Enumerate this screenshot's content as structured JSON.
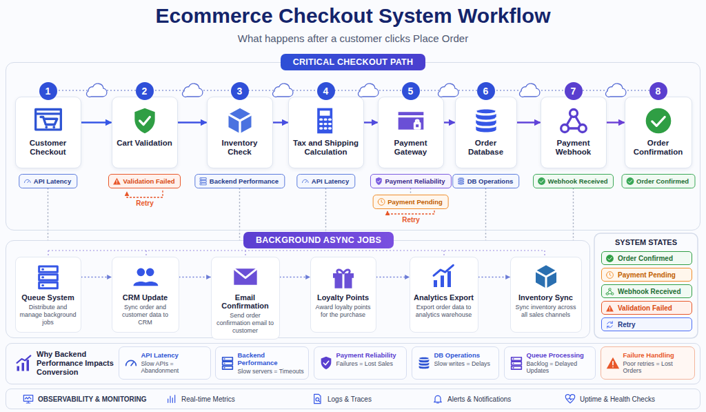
{
  "diagram": {
    "title": "Ecommerce Checkout System Workflow",
    "caption": "What happens after a customer clicks Place Order",
    "nodes": [
      {
        "text": [
          "CRITICAL CHECKOUT PATH"
        ]
      },
      {
        "text": [
          "1",
          "Customer Checkout"
        ],
        "in": 0
      },
      {
        "text": [
          "2",
          "Cart Validation"
        ],
        "in": 0
      },
      {
        "text": [
          "3",
          "Inventory Check"
        ],
        "in": 0
      },
      {
        "text": [
          "4",
          "Tax and Shipping Calculation"
        ],
        "in": 0
      },
      {
        "text": [
          "5",
          "Payment Gateway"
        ],
        "in": 0
      },
      {
        "text": [
          "6",
          "Order Database"
        ],
        "in": 0
      },
      {
        "text": [
          "7",
          "Payment Webhook"
        ],
        "in": 0
      },
      {
        "text": [
          "8",
          "Order Confirmation"
        ],
        "in": 0
      },
      {
        "text": [
          "API Latency"
        ],
        "in": 0
      },
      {
        "text": [
          "Validation Failed"
        ],
        "in": 0
      },
      {
        "text": [
          "Backend Performance"
        ],
        "in": 0
      },
      {
        "text": [
          "API Latency"
        ],
        "in": 0
      },
      {
        "text": [
          "Payment Reliability"
        ],
        "in": 0
      },
      {
        "text": [
          "DB Operations"
        ],
        "in": 0
      },
      {
        "text": [
          "Webhook Received"
        ],
        "in": 0
      },
      {
        "text": [
          "Order Confirmed"
        ],
        "in": 0
      },
      {
        "text": [
          "Payment Pending"
        ],
        "in": 0
      },
      {
        "text": [
          "BACKGROUND ASYNC JOBS"
        ]
      },
      {
        "text": [
          "Queue System",
          "Distribute and manage background jobs"
        ],
        "in": 18
      },
      {
        "text": [
          "CRM Update",
          "Sync order and customer data to CRM"
        ],
        "in": 18
      },
      {
        "text": [
          "Email Confirmation",
          "Send order confirmation email to customer"
        ],
        "in": 18
      },
      {
        "text": [
          "Loyalty Points",
          "Award loyalty points for the purchase"
        ],
        "in": 18
      },
      {
        "text": [
          "Analytics Export",
          "Export order data to analytics warehouse"
        ],
        "in": 18
      },
      {
        "text": [
          "Inventory Sync",
          "Sync inventory across all sales channels"
        ],
        "in": 18
      },
      {
        "text": [
          "Why Backend Performance Impacts Conversion"
        ]
      },
      {
        "text": [
          "API Latency",
          "Slow APIs = Abandonment"
        ],
        "in": 25
      },
      {
        "text": [
          "Backend Performance",
          "Slow servers = Timeouts"
        ],
        "in": 25
      },
      {
        "text": [
          "Payment Reliability",
          "Failures = Lost Sales"
        ],
        "in": 25
      },
      {
        "text": [
          "DB Operations",
          "Slow writes = Delays"
        ],
        "in": 25
      },
      {
        "text": [
          "Queue Processing",
          "Backlog = Delayed Updates"
        ],
        "in": 25
      },
      {
        "text": [
          "Failure Handling",
          "Poor retries = Lost Orders"
        ],
        "in": 25
      },
      {
        "text": [
          "OBSERVABILITY & MONITORING",
          "Real-time Metrics",
          "Logs & Traces",
          "Alerts & Notifications",
          "Uptime & Health Checks"
        ]
      }
    ],
    "edges": [
      {
        "from": 1,
        "to": 2,
        "arrow": "to"
      },
      {
        "from": 2,
        "to": 3,
        "arrow": "to"
      },
      {
        "from": 3,
        "to": 4,
        "arrow": "to"
      },
      {
        "from": 4,
        "to": 5,
        "arrow": "to"
      },
      {
        "from": 5,
        "to": 6,
        "arrow": "to"
      },
      {
        "from": 6,
        "to": 7,
        "arrow": "to"
      },
      {
        "from": 7,
        "to": 8,
        "arrow": "to"
      },
      {
        "from": 19,
        "to": 20,
        "arrow": "to"
      },
      {
        "from": 20,
        "to": 21,
        "arrow": "to"
      },
      {
        "from": 21,
        "to": 22,
        "arrow": "to"
      },
      {
        "from": 22,
        "to": 23,
        "arrow": "to"
      },
      {
        "from": 23,
        "to": 24,
        "arrow": "to"
      },
      {
        "from": 9,
        "to": 18,
        "arrow": "none"
      },
      {
        "from": 11,
        "to": 18,
        "arrow": "none"
      },
      {
        "from": 12,
        "to": 18,
        "arrow": "none"
      },
      {
        "from": 14,
        "to": 18,
        "arrow": "none"
      },
      {
        "from": 15,
        "to": 18,
        "arrow": "none"
      },
      {
        "from": 13,
        "to": 17,
        "arrow": "none"
      }
    ],
    "labels": [
      "API",
      "API",
      "API",
      "API",
      "API",
      "API",
      "API",
      "Retry",
      "Retry",
      "SYSTEM STATES"
    ],
    "legend": [
      {
        "text": "Order Confirmed"
      },
      {
        "text": "Payment Pending"
      },
      {
        "text": "Webhook Received"
      },
      {
        "text": "Validation Failed"
      },
      {
        "text": "Retry"
      }
    ]
  }
}
